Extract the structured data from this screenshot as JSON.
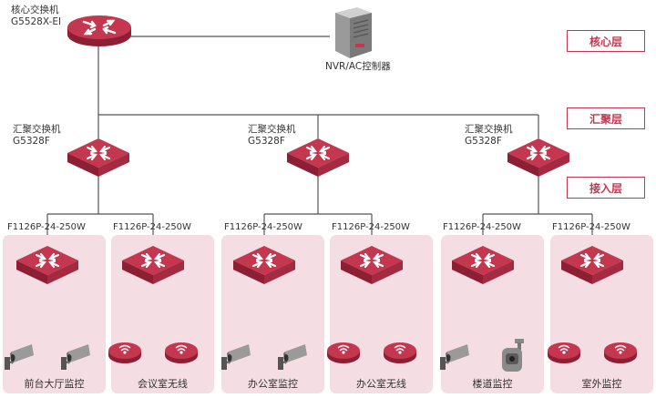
{
  "core": {
    "label_line1": "核心交换机",
    "label_line2": "G5528X-EI",
    "server_label": "NVR/AC控制器"
  },
  "layers": {
    "core": "核心层",
    "aggregation": "汇聚层",
    "access": "接入层"
  },
  "aggregation": [
    {
      "line1": "汇聚交换机",
      "line2": "G5328F"
    },
    {
      "line1": "汇聚交换机",
      "line2": "G5328F"
    },
    {
      "line1": "汇聚交换机",
      "line2": "G5328F"
    }
  ],
  "access_groups": [
    {
      "switch_label": "F1126P-24-250W",
      "caption": "前台大厅监控",
      "devices": [
        "camera",
        "camera"
      ]
    },
    {
      "switch_label": "F1126P-24-250W",
      "caption": "会议室无线",
      "devices": [
        "ap",
        "ap"
      ]
    },
    {
      "switch_label": "F1126P-24-250W",
      "caption": "办公室监控",
      "devices": [
        "camera",
        "camera"
      ]
    },
    {
      "switch_label": "F1126P-24-250W",
      "caption": "办公室无线",
      "devices": [
        "ap",
        "ap"
      ]
    },
    {
      "switch_label": "F1126P-24-250W",
      "caption": "楼道监控",
      "devices": [
        "camera",
        "dome-camera"
      ]
    },
    {
      "switch_label": "F1126P-24-250W",
      "caption": "室外监控",
      "devices": [
        "ap",
        "ap"
      ]
    }
  ],
  "colors": {
    "accent": "#c4374f",
    "group_bg": "#f5dde4",
    "line": "#555555"
  }
}
